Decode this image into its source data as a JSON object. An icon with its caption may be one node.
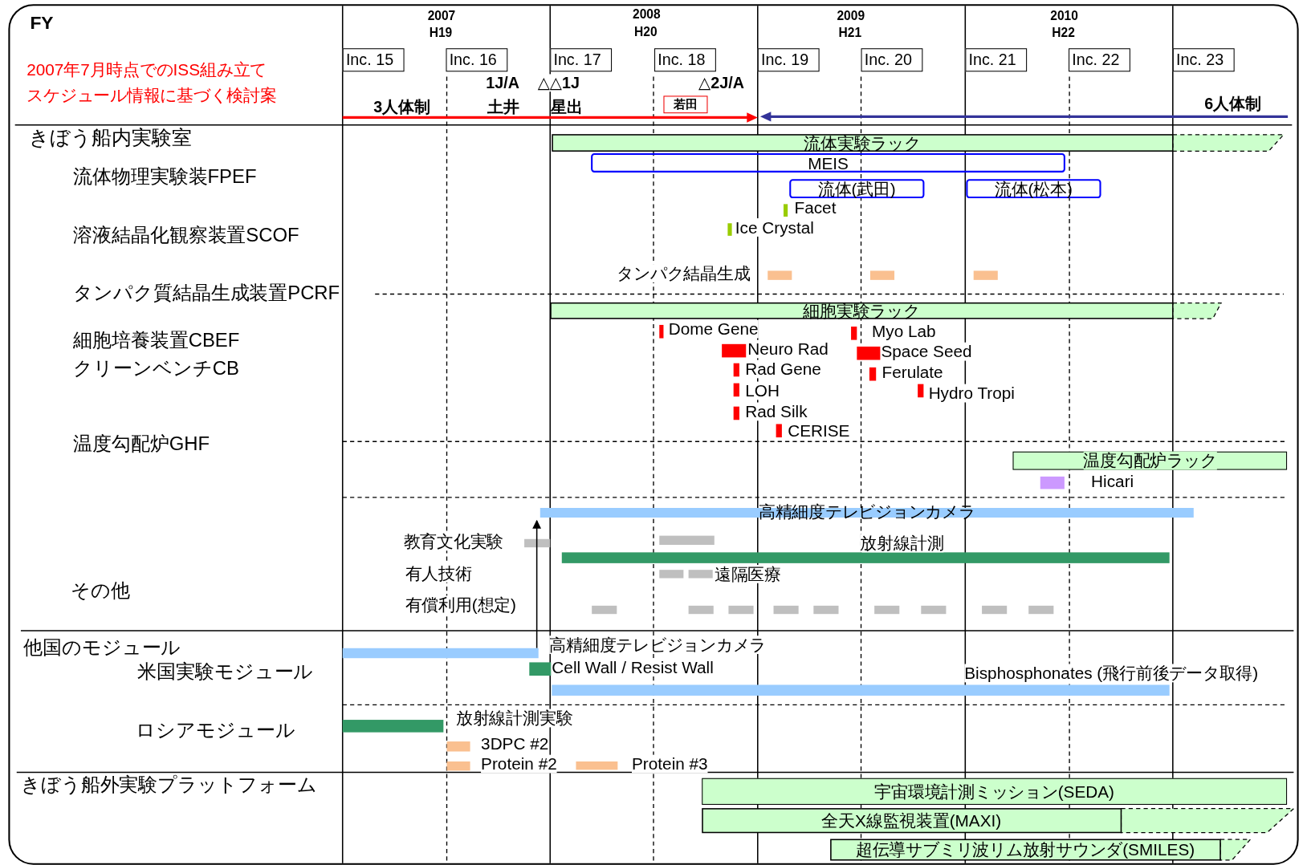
{
  "diagram": {
    "nodes": [
      {
        "text": [
          "Inc. 15"
        ]
      },
      {
        "text": [
          "Inc. 16"
        ]
      },
      {
        "text": [
          "Inc. 17"
        ]
      },
      {
        "text": [
          "Inc. 18"
        ]
      },
      {
        "text": [
          "Inc. 19"
        ]
      },
      {
        "text": [
          "Inc. 20"
        ]
      },
      {
        "text": [
          "Inc. 21"
        ]
      },
      {
        "text": [
          "Inc. 22"
        ]
      },
      {
        "text": [
          "Inc. 23"
        ]
      },
      {
        "text": [
          "若田"
        ]
      },
      {
        "text": [
          "流体実験ラック"
        ]
      },
      {
        "text": [
          "MEIS"
        ]
      },
      {
        "text": [
          "流体(武田)"
        ]
      },
      {
        "text": [
          "流体(松本)"
        ]
      },
      {
        "text": [
          "細胞実験ラック"
        ]
      },
      {
        "text": [
          "温度勾配炉ラック"
        ]
      },
      {
        "text": [
          "高精細度テレビジョンカメラ"
        ]
      },
      {
        "text": [],
        "shape": "bar"
      },
      {
        "text": [
          "宇宙環境計測ミッション(SEDA)"
        ]
      },
      {
        "text": [
          "全天X線監視装置(MAXI)"
        ]
      },
      {
        "text": [
          "超伝導サブミリ波リム放射サウンダ(SMILES)"
        ]
      },
      {
        "text": [],
        "shape": "bar"
      },
      {
        "text": [],
        "shape": "bar"
      },
      {
        "text": [],
        "shape": "bar"
      }
    ],
    "edges": [
      {
        "from": 17,
        "to": 16,
        "arrow": "to"
      }
    ],
    "labels": [
      "FY",
      "2007年7月時点でのISS組み立てスケジュール情報に基づく検討案",
      "2007",
      "H19",
      "2008",
      "H20",
      "2009",
      "H21",
      "2010",
      "H22",
      "1J/A",
      "△△1J",
      "△2J/A",
      "3人体制",
      "土井",
      "星出",
      "6人体制",
      "きぼう船内実験室",
      "流体物理実験装FPEF",
      "Facet",
      "溶液結晶化観察装置SCOF",
      "Ice Crystal",
      "タンパク結晶生成",
      "タンパク質結晶生成装置PCRF",
      "細胞培養装置CBEF",
      "Dome Gene",
      "Myo Lab",
      "Neuro Rad",
      "Space Seed",
      "クリーンベンチCB",
      "Rad Gene",
      "Ferulate",
      "LOH",
      "Hydro Tropi",
      "Rad Silk",
      "CERISE",
      "温度勾配炉GHF",
      "Hicari",
      "教育文化実験",
      "放射線計測",
      "有人技術",
      "遠隔医療",
      "その他",
      "有償利用(想定)",
      "他国のモジュール",
      "高精細度テレビジョンカメラ",
      "米国実験モジュール",
      "Cell Wall / Resist Wall",
      "Bisphosphonates (飛行前後データ取得)",
      "放射線計測実験",
      "ロシアモジュール",
      "3DPC #2",
      "Protein #2",
      "Protein #3",
      "きぼう船外実験プラットフォーム"
    ]
  }
}
